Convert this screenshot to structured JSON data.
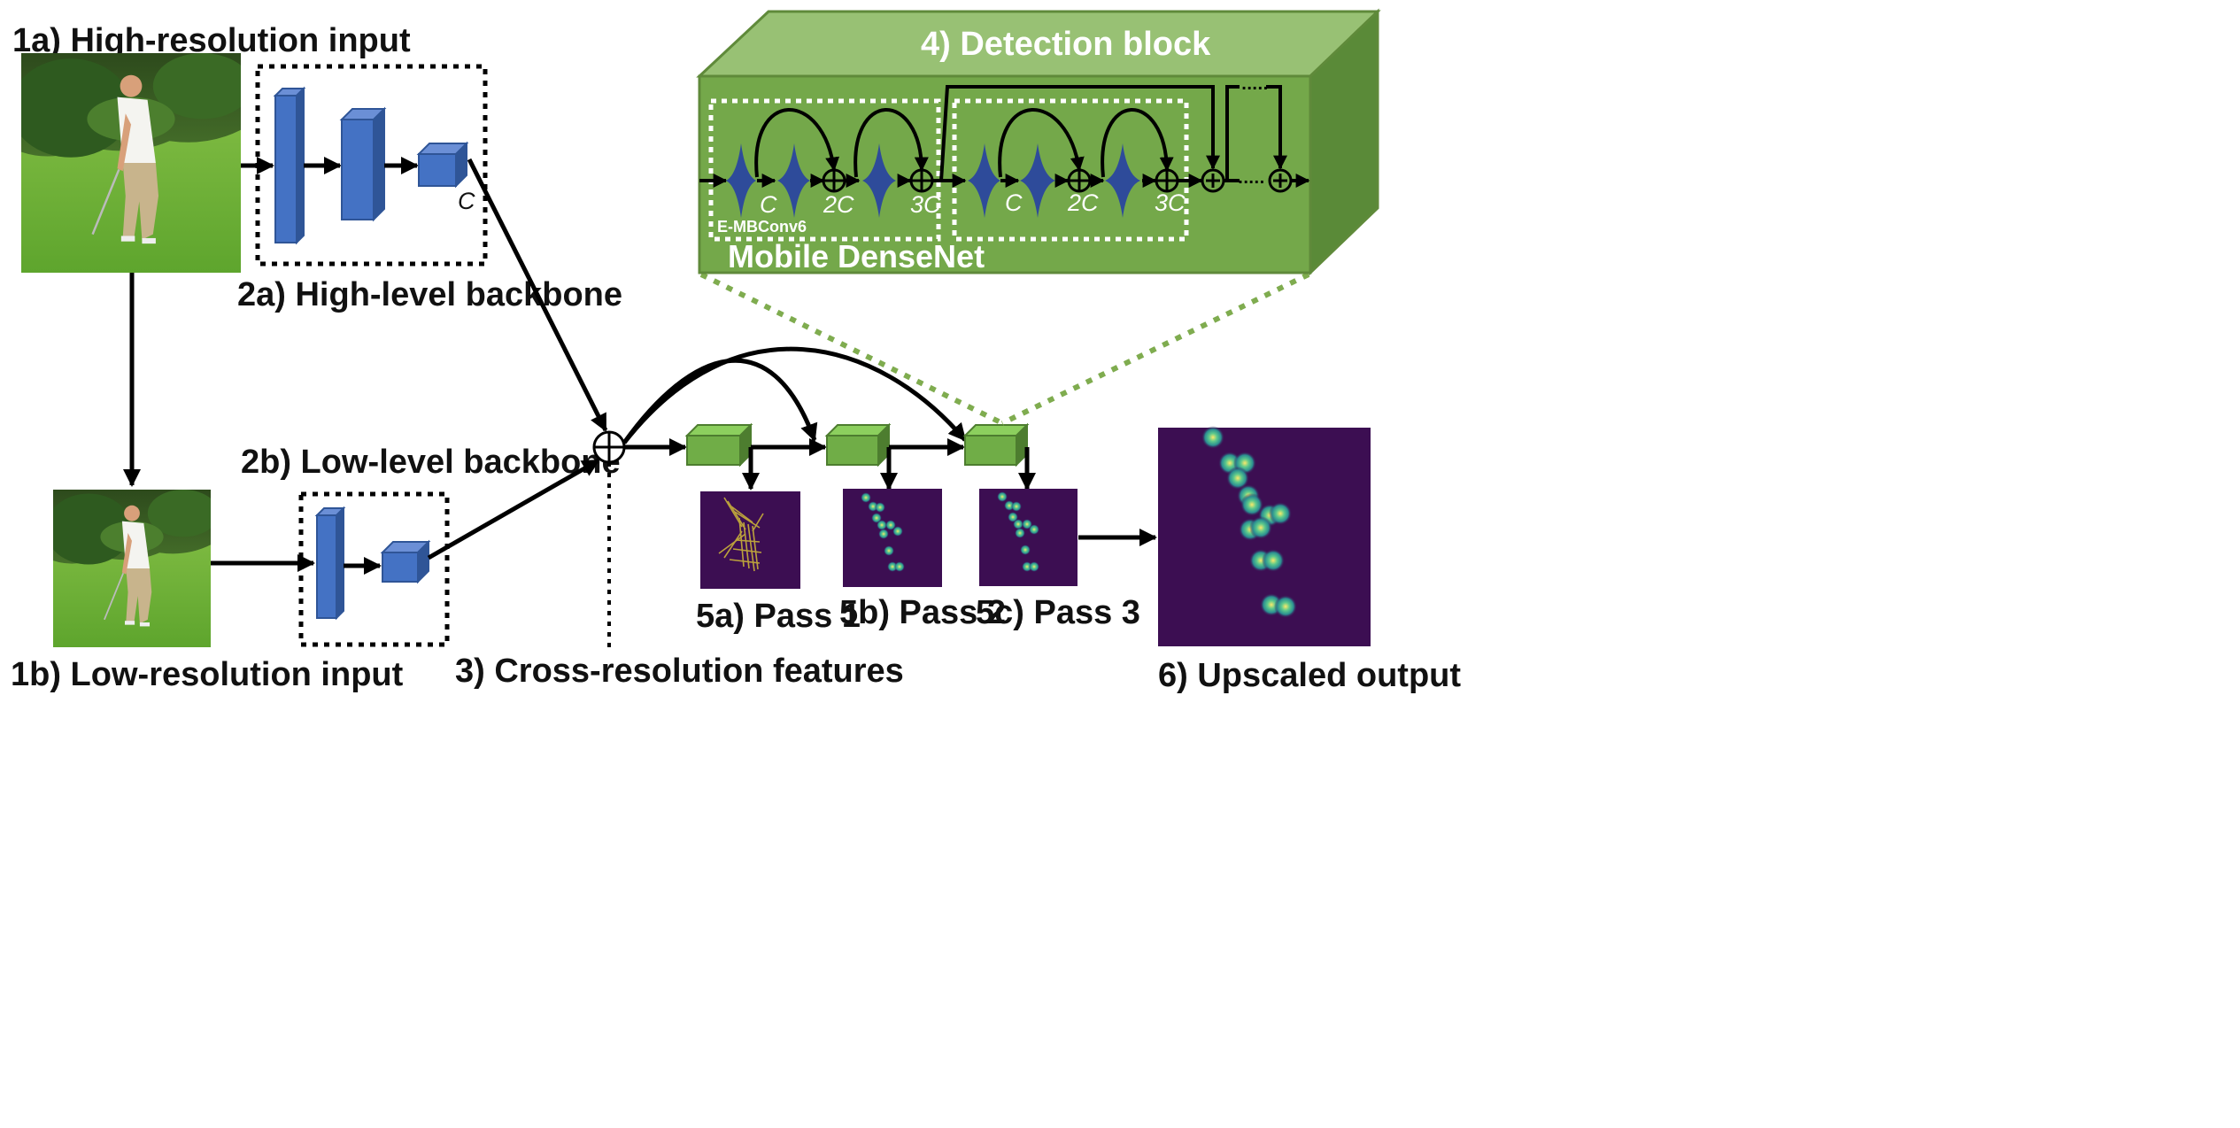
{
  "labels": {
    "hr_input": "1a) High-resolution input",
    "lr_input": "1b) Low-resolution input",
    "hl_backbone": "2a) High-level backbone",
    "ll_backbone": "2b) Low-level backbone",
    "cross_res": "3) Cross-resolution features",
    "detection_block": "4) Detection block",
    "mobile_densenet": "Mobile DenseNet",
    "embconv": "E-MBConv6",
    "pass1": "5a) Pass 1",
    "pass2": "5b) Pass 2",
    "pass3": "5c) Pass 3",
    "upscaled": "6) Upscaled output",
    "channel_c": "C",
    "ch_1": "C",
    "ch_2": "2C",
    "ch_3": "3C",
    "ellipsis": "....."
  },
  "colors": {
    "block_blue": "#4472c4",
    "block_blue_dark": "#2f5597",
    "block_green": "#70ad47",
    "detection_face": "#74a84a",
    "detection_top": "#98c174",
    "detection_side": "#5a8a38",
    "heatmap_bg": "#3c0e52",
    "diamond": "#2e4b9a"
  },
  "icons": {
    "photo": "golfer-photo-icon",
    "concat": "circle-plus-icon"
  }
}
